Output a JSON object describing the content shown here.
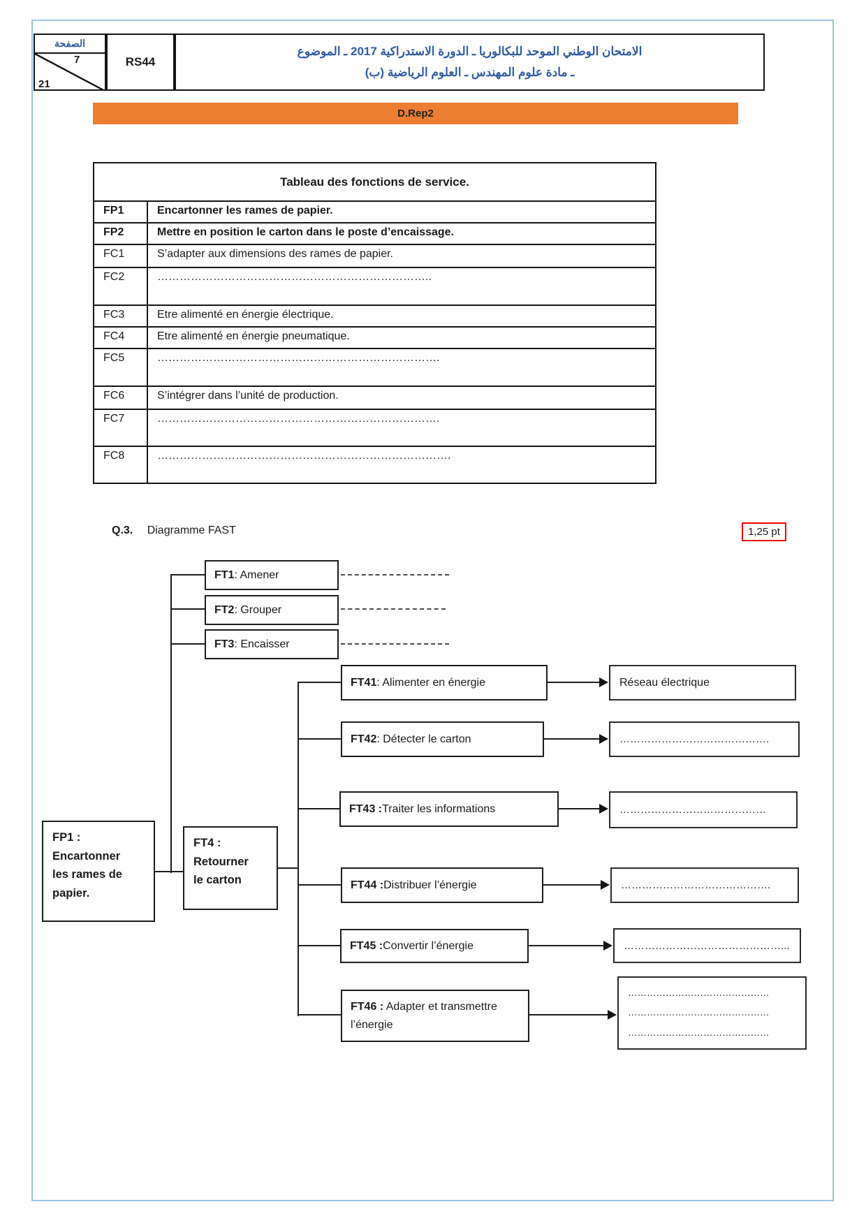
{
  "header": {
    "page_box": {
      "label": "الصفحة",
      "page": "7",
      "total": "21"
    },
    "ref_code": "RS44",
    "title_line1": "الامتحان الوطني الموحد للبكالوريا ـ الدورة الاستدراكية  2017 ـ الموضوع",
    "title_line2": "ـ مادة علوم المهندس  ـ  العلوم الرياضية (ب)",
    "title_color": "#2e5b9f"
  },
  "banner": {
    "label": "D.Rep2",
    "background": "#ed7d31"
  },
  "service_table": {
    "title": "Tableau des fonctions de service.",
    "rows": [
      {
        "code": "FP1",
        "text": "Encartonner les rames de papier."
      },
      {
        "code": "FP2",
        "text": "Mettre en position le carton dans le poste d’encaissage."
      },
      {
        "code": "FC1",
        "text": "S’adapter aux dimensions des rames de papier."
      },
      {
        "code": "FC2",
        "text": "……………………………………………………………….."
      },
      {
        "code": "FC3",
        "text": "Etre alimenté en énergie électrique."
      },
      {
        "code": "FC4",
        "text": "Etre alimenté en énergie pneumatique."
      },
      {
        "code": "FC5",
        "text": "…………………………………………………………………."
      },
      {
        "code": "FC6",
        "text": "S’intégrer dans l’unité de production."
      },
      {
        "code": "FC7",
        "text": "…………………………………………………………………."
      },
      {
        "code": "FC8",
        "text": "……………………………………………………………………."
      }
    ]
  },
  "question": {
    "number": "Q.3.",
    "title": "Diagramme FAST",
    "points": "1,25 pt"
  },
  "fast": {
    "root": {
      "text": "FP1 :\nEncartonner\nles rames de\npapier."
    },
    "ft4": {
      "text": "FT4 :\nRetourner\nle carton"
    },
    "top_branches": [
      {
        "bold": "FT1",
        "rest": " : Amener"
      },
      {
        "bold": "FT2",
        "rest": " : Grouper"
      },
      {
        "bold": "FT3",
        "rest": " : Encaisser"
      }
    ],
    "sub_branches": [
      {
        "bold": "FT41",
        "rest": " : Alimenter en énergie",
        "result": "Réseau électrique"
      },
      {
        "bold": "FT42",
        "rest": " : Détecter le carton",
        "result": "……………………………………."
      },
      {
        "bold": "FT43 :",
        "rest": " Traiter les informations",
        "result": "……………………………………"
      },
      {
        "bold": "FT44 :",
        "rest": " Distribuer l’énergie",
        "result": "……………………………………."
      },
      {
        "bold": "FT45 :",
        "rest": " Convertir l’énergie",
        "result": "………………………………………..."
      },
      {
        "bold": "FT46 :",
        "rest": " Adapter et transmettre l’énergie",
        "result": "………………………………………\n………………………………………\n………………………………………"
      }
    ]
  }
}
